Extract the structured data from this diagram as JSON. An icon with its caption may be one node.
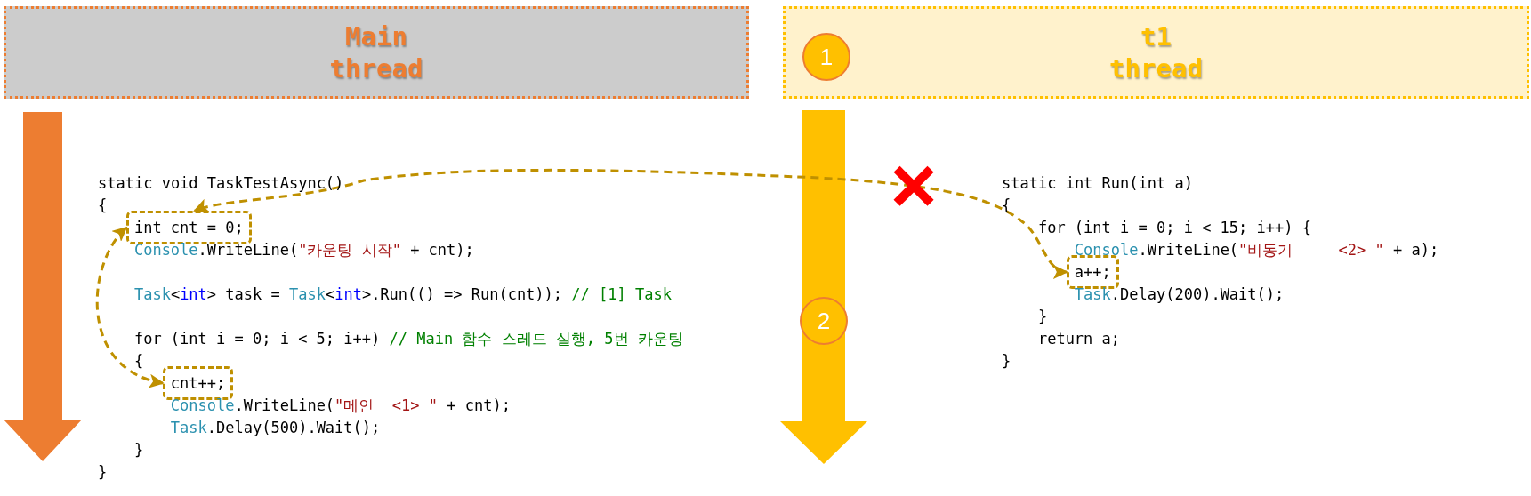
{
  "diagram": {
    "nodes": [
      {
        "text": [
          "Main thread"
        ]
      },
      {
        "text": [
          "t1 thread"
        ]
      },
      {
        "text": [
          "1"
        ],
        "in": 1
      },
      {
        "text": [
          "2"
        ]
      },
      {
        "text": [
          "int cnt = 0;"
        ]
      },
      {
        "text": [
          "cnt++;"
        ]
      },
      {
        "text": [
          "a++;"
        ]
      }
    ],
    "edges": [
      {
        "from": 6,
        "to": 4,
        "arrow": "both"
      },
      {
        "from": 5,
        "to": 4,
        "arrow": "both"
      }
    ],
    "labels": [
      "static void TaskTestAsync()",
      "{",
      "Console.WriteLine(\"카운팅 시작\" + cnt);",
      "Task<int> task = Task<int>.Run(() => Run(cnt)); // [1] Task",
      "for (int i = 0; i < 5; i++) // Main 함수 스레드 실행, 5번 카운팅",
      "{",
      "Console.WriteLine(\"메인  <1> \" + cnt);",
      "Task.Delay(500).Wait();",
      "}",
      "}",
      "static int Run(int a)",
      "{",
      "for (int i = 0; i < 15; i++) {",
      "Console.WriteLine(\"비동기     <2> \" + a);",
      "Task.Delay(200).Wait();",
      "}",
      "return a;",
      "}"
    ]
  }
}
